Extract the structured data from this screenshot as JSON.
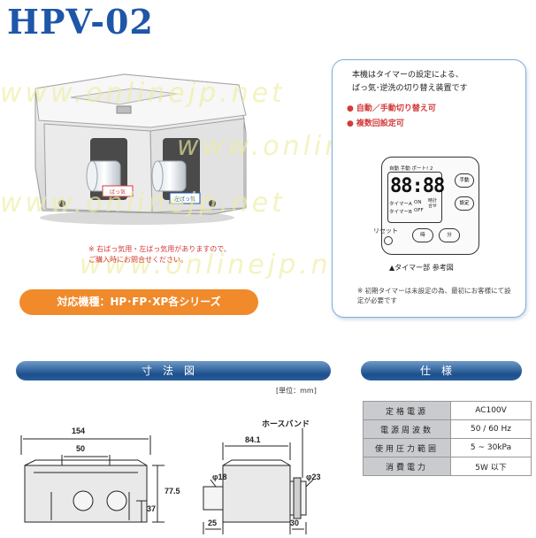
{
  "title": "HPV-02",
  "watermark": "www.onlinejp.net",
  "product_note": "※ 右ばっ気用・左ばっ気用がありますので、\nご購入時にお問合せください。",
  "label_plates": {
    "left": "左ばっ気",
    "right": "ばっ気"
  },
  "compatible": "対応機種：HP･FP･XP各シリーズ",
  "features": {
    "intro": "本機はタイマーの設定による、\nばっ気･逆洗の切り替え装置です",
    "items": [
      "自動／手動切り替え可",
      "複数回設定可"
    ],
    "timer": {
      "mode_auto": "自動",
      "mode_manual": "手動",
      "port": "ポート! 2",
      "display": "88:88",
      "timer_a": "タイマーA",
      "timer_b": "タイマーB",
      "on": "ON",
      "off": "OFF",
      "clock_set": "時計\n合せ",
      "btn_manual": "手動",
      "btn_set": "設定",
      "btn_reset": "リセット",
      "btn_hour": "時",
      "btn_min": "分"
    },
    "caption": "▲タイマー部 参考図",
    "note": "※ 初期タイマーは未設定の為、最初にお客様にて設定が必要です"
  },
  "dimensions": {
    "header": "寸法図",
    "unit": "[単位：mm]",
    "hose_band": "ホースバンド",
    "width": "154",
    "inner": "50",
    "height": "77.5",
    "low_height": "37",
    "depth": "84.1",
    "pipe_left": "φ18",
    "pipe_right": "φ23",
    "offset_left": "25",
    "offset_right": "30"
  },
  "specs": {
    "header": "仕様",
    "rows": [
      {
        "key": "定格電源",
        "value": "AC100V"
      },
      {
        "key": "電源周波数",
        "value": "50 / 60 Hz"
      },
      {
        "key": "使用圧力範囲",
        "value": "5 ~ 30kPa"
      },
      {
        "key": "消費電力",
        "value": "5W 以下"
      }
    ]
  },
  "colors": {
    "accent_blue": "#1e56a8",
    "orange": "#f08a2a",
    "red_text": "#d23b3b"
  }
}
